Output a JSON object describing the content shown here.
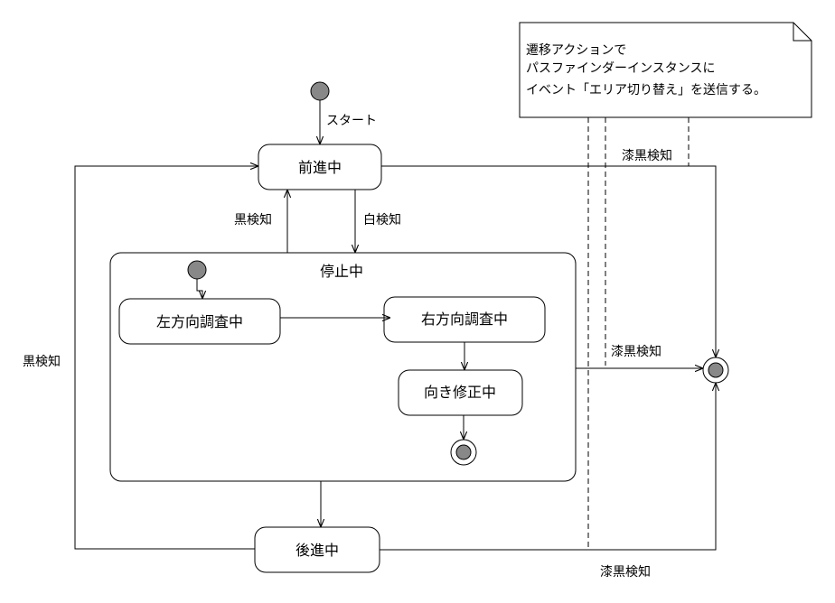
{
  "diagram": {
    "note_lines": [
      "遷移アクションで",
      "パスファインダーインスタンスに",
      "イベント「エリア切り替え」を送信する。"
    ],
    "states": {
      "forward": "前進中",
      "stopped": "停止中",
      "left_search": "左方向調査中",
      "right_search": "右方向調査中",
      "direction_fix": "向き修正中",
      "backward": "後進中"
    },
    "transitions": {
      "start": "スタート",
      "black_detect_up": "黒検知",
      "white_detect": "白検知",
      "black_detect_left": "黒検知",
      "jet_black_top": "漆黒検知",
      "jet_black_mid": "漆黒検知",
      "jet_black_bottom": "漆黒検知"
    }
  }
}
